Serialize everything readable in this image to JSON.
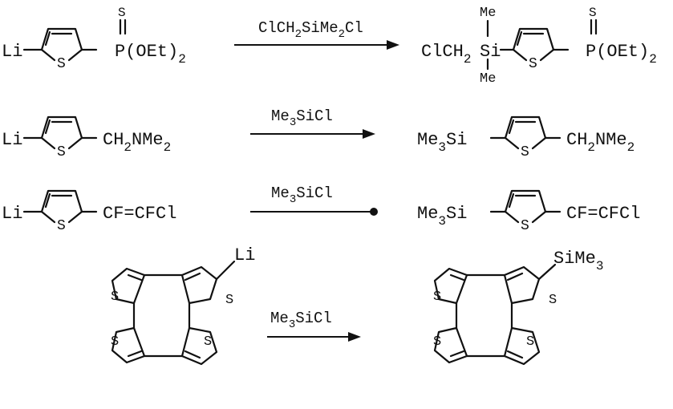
{
  "atoms": {
    "li": "Li",
    "s": "S",
    "me": "Me",
    "si": "Si",
    "p": "P"
  },
  "groups": {
    "p_oet2": "(OEt)",
    "sub2": "2",
    "sub3": "3",
    "clch": "ClCH",
    "ch2nme2_a": "CH",
    "ch2nme2_b": "NMe",
    "me3si_a": "Me",
    "me3si_b": "Si",
    "cf_cfcl": "CF=CFCl",
    "sime3_a": "SiMe"
  },
  "reactions": [
    {
      "reagent_a": "ClCH",
      "reagent_sub": "2",
      "reagent_b": "SiMe",
      "reagent_sub2": "2",
      "reagent_c": "Cl"
    },
    {
      "reagent_a": "Me",
      "reagent_sub": "3",
      "reagent_b": "SiCl"
    },
    {
      "reagent_a": "Me",
      "reagent_sub": "3",
      "reagent_b": "SiCl"
    },
    {
      "reagent_a": "Me",
      "reagent_sub": "3",
      "reagent_b": "SiCl"
    }
  ]
}
